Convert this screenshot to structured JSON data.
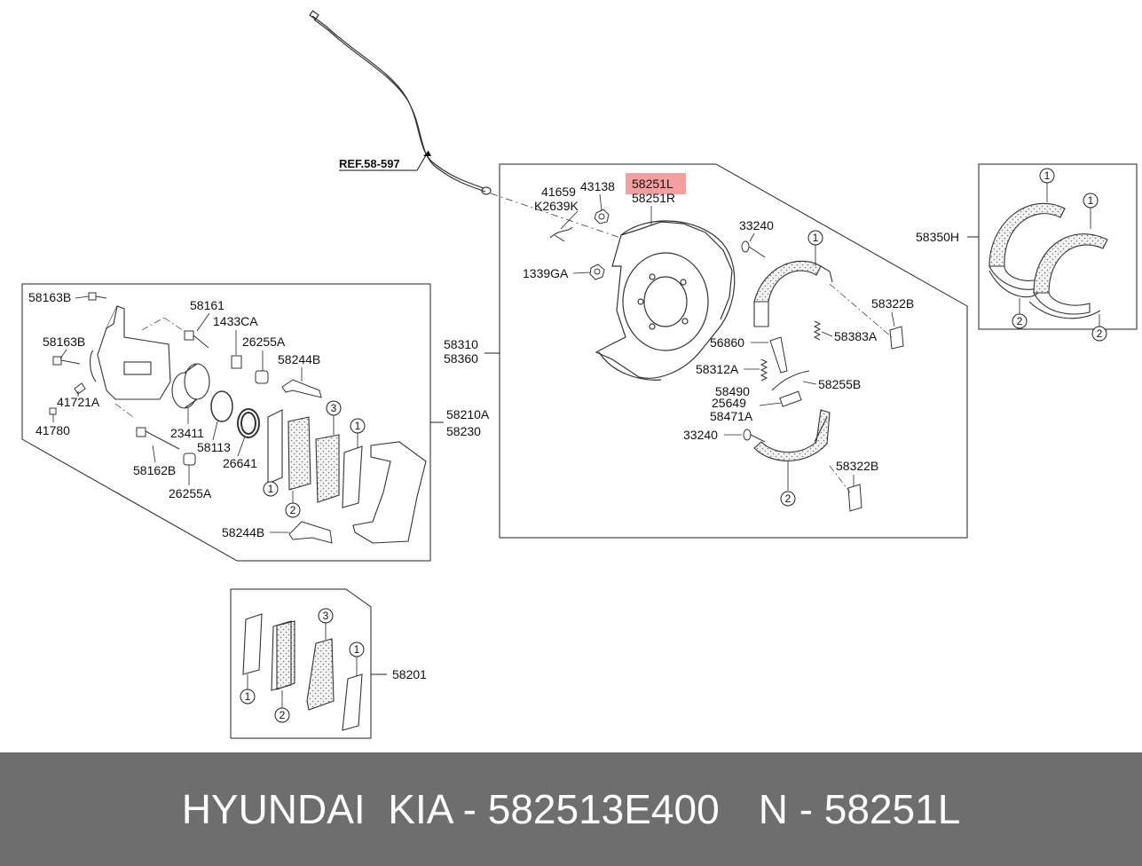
{
  "ref_label": "REF.58-597",
  "highlight_color": "#f08080",
  "labels": {
    "l41659": "41659",
    "lK2639K": "K2639K",
    "l43138": "43138",
    "l58251L": "58251L",
    "l58251R": "58251R",
    "l1339GA": "1339GA",
    "l33240a": "33240",
    "l58310": "58310",
    "l58360": "58360",
    "l58322Ba": "58322B",
    "l58383A": "58383A",
    "l56860": "56860",
    "l58312A": "58312A",
    "l58490": "58490",
    "l58255B": "58255B",
    "l25649": "25649",
    "l58471A": "58471A",
    "l33240b": "33240",
    "l58322Bb": "58322B",
    "l58350H": "58350H",
    "l58163Ba": "58163B",
    "l58161": "58161",
    "l1433CA": "1433CA",
    "l58163Bb": "58163B",
    "l26255Aa": "26255A",
    "l58244Ba": "58244B",
    "l41721A": "41721A",
    "l41780": "41780",
    "l23411": "23411",
    "l58113": "58113",
    "l26641": "26641",
    "l58162B": "58162B",
    "l26255Ab": "26255A",
    "l58210A": "58210A",
    "l58230": "58230",
    "l58244Bb": "58244B",
    "l58201": "58201",
    "n1": "1",
    "n2": "2",
    "n3": "3"
  },
  "footer": {
    "brand": "HYUNDAI  KIA - 582513E400",
    "number": "N - 58251L"
  }
}
